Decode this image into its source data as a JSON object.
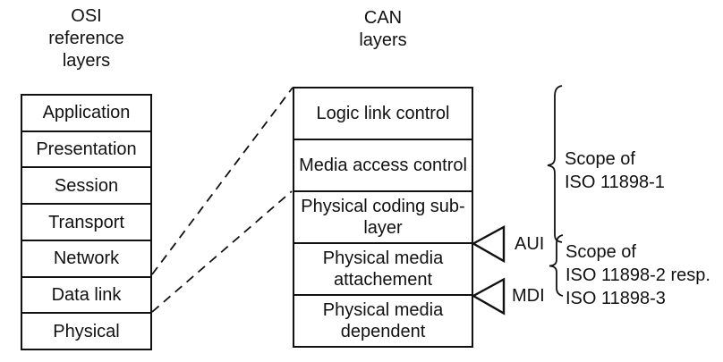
{
  "osi_column": {
    "title_lines": [
      "OSI",
      "reference",
      "layers"
    ],
    "layers": [
      "Application",
      "Presentation",
      "Session",
      "Transport",
      "Network",
      "Data link",
      "Physical"
    ]
  },
  "can_column": {
    "title_lines": [
      "CAN",
      "layers"
    ],
    "layers": [
      "Logic link control",
      "Media access control",
      "Physical coding sub-layer",
      "Physical media attachement",
      "Physical media dependent"
    ]
  },
  "interfaces": {
    "aui": "AUI",
    "mdi": "MDI"
  },
  "scopes": [
    {
      "lines": [
        "Scope of",
        "ISO 11898-1"
      ]
    },
    {
      "lines": [
        "Scope of",
        "ISO 11898-2 resp.",
        "ISO 11898-3"
      ]
    }
  ],
  "icons": {
    "aui_triangle": "left-pointing-open-triangle",
    "mdi_triangle": "left-pointing-open-triangle",
    "connector_top": "dashed-diagonal-line",
    "connector_bottom": "dashed-diagonal-line",
    "brace_1": "left-facing-curly-brace",
    "brace_2": "left-facing-curly-brace"
  },
  "colors": {
    "ink": "#111111",
    "background": "#ffffff"
  }
}
